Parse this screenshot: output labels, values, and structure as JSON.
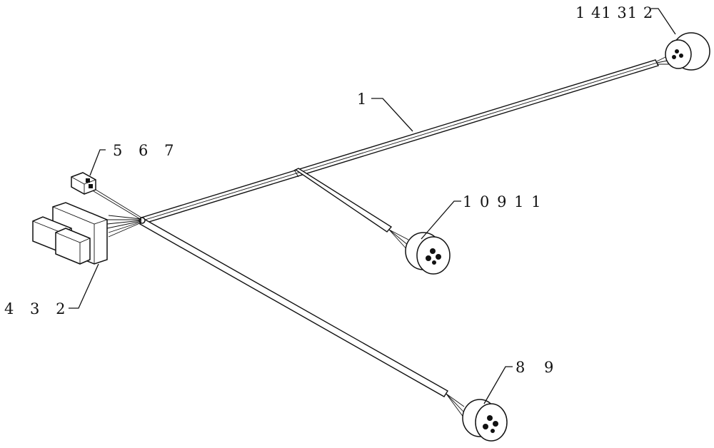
{
  "labels": {
    "l1": "1",
    "l567": "5 6 7",
    "l432": "4 3 2",
    "l10911": "1 0 9 1 1",
    "l89": "8 9",
    "l141312": "1 41 31 2"
  }
}
